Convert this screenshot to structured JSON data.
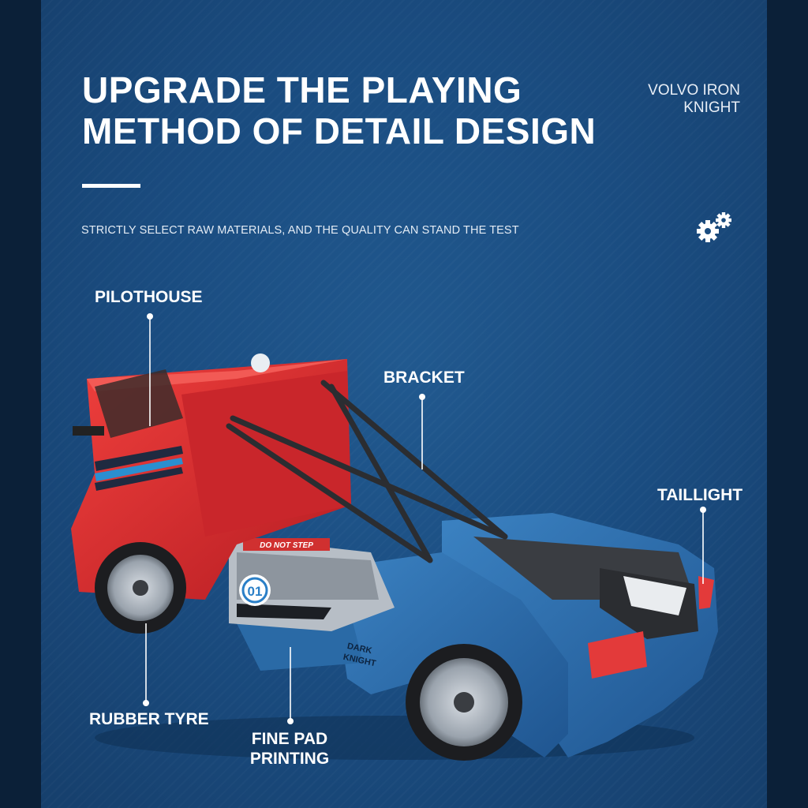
{
  "headline": {
    "line1": "UPGRADE THE PLAYING",
    "line2": "METHOD OF DETAIL DESIGN"
  },
  "brand": {
    "line1": "VOLVO IRON",
    "line2": "KNIGHT"
  },
  "tagline": "STRICTLY SELECT RAW MATERIALS, AND THE QUALITY CAN STAND THE TEST",
  "icons": {
    "gears": "gears-icon"
  },
  "labels": {
    "pilothouse": "PILOTHOUSE",
    "bracket": "BRACKET",
    "taillight": "TAILLIGHT",
    "tyre": "RUBBER TYRE",
    "pad_line1": "FINE PAD",
    "pad_line2": "PRINTING"
  },
  "decals": {
    "number": "01",
    "warning": "DO NOT STEP",
    "side_line1": "DARK",
    "side_line2": "KNIGHT"
  },
  "colors": {
    "background": "#1a4c7f",
    "cab_red": "#d8262c",
    "body_blue": "#2a6aa6",
    "text": "#ffffff"
  }
}
